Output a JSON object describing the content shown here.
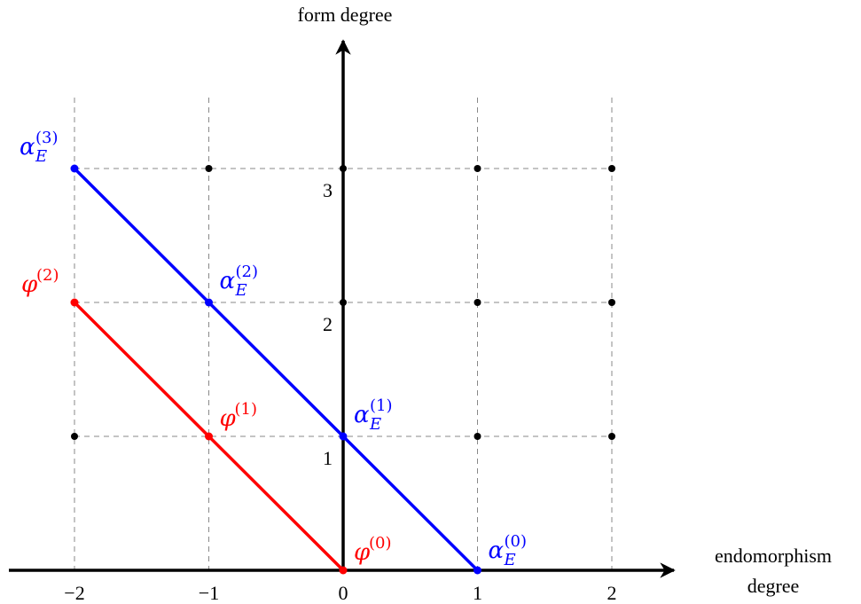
{
  "axes": {
    "y_title": "form degree",
    "x_title_line1": "endomorphism",
    "x_title_line2": "degree",
    "x_ticks": [
      "−2",
      "−1",
      "0",
      "1",
      "2"
    ],
    "y_ticks": [
      "1",
      "2",
      "3"
    ]
  },
  "colors": {
    "alpha": "#0000ff",
    "phi": "#ff0000",
    "grid": "#888888",
    "axis": "#000000"
  },
  "lattice": {
    "x_values": [
      -2,
      -1,
      0,
      1,
      2
    ],
    "y_values": [
      1,
      2,
      3
    ]
  },
  "alpha_series": {
    "color_key": "alpha",
    "symbol": "α",
    "subscript": "E",
    "points": [
      {
        "x": 1,
        "y": 0,
        "sup": "(0)"
      },
      {
        "x": 0,
        "y": 1,
        "sup": "(1)"
      },
      {
        "x": -1,
        "y": 2,
        "sup": "(2)"
      },
      {
        "x": -2,
        "y": 3,
        "sup": "(3)"
      }
    ]
  },
  "phi_series": {
    "color_key": "phi",
    "symbol": "φ",
    "subscript": "",
    "points": [
      {
        "x": 0,
        "y": 0,
        "sup": "(0)"
      },
      {
        "x": -1,
        "y": 1,
        "sup": "(1)"
      },
      {
        "x": -2,
        "y": 2,
        "sup": "(2)"
      }
    ]
  }
}
